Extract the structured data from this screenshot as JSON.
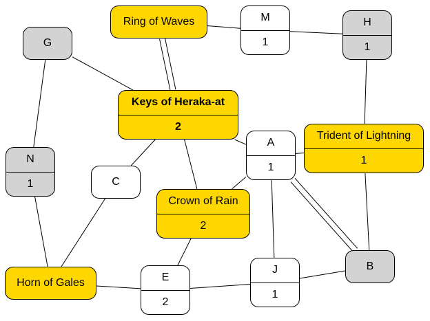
{
  "nodes": {
    "ring_of_waves": {
      "label": "Ring of Waves",
      "fill": "#ffd700"
    },
    "m": {
      "label": "M",
      "value": "1",
      "fill": "#ffffff"
    },
    "h": {
      "label": "H",
      "value": "1",
      "fill": "#d3d3d3"
    },
    "g": {
      "label": "G",
      "fill": "#d3d3d3"
    },
    "keys_of_heraka_at": {
      "label": "Keys of Heraka-at",
      "value": "2",
      "fill": "#ffd700"
    },
    "a": {
      "label": "A",
      "value": "1",
      "fill": "#ffffff"
    },
    "trident_of_lightning": {
      "label": "Trident of Lightning",
      "value": "1",
      "fill": "#ffd700"
    },
    "n": {
      "label": "N",
      "value": "1",
      "fill": "#d3d3d3"
    },
    "c": {
      "label": "C",
      "fill": "#ffffff"
    },
    "crown_of_rain": {
      "label": "Crown of Rain",
      "value": "2",
      "fill": "#ffd700"
    },
    "b": {
      "label": "B",
      "fill": "#d3d3d3"
    },
    "j": {
      "label": "J",
      "value": "1",
      "fill": "#ffffff"
    },
    "horn_of_gales": {
      "label": "Horn of Gales",
      "fill": "#ffd700"
    },
    "e": {
      "label": "E",
      "value": "2",
      "fill": "#ffffff"
    }
  },
  "edges": [
    {
      "from": "ring_of_waves",
      "to": "m",
      "count": 1
    },
    {
      "from": "m",
      "to": "h",
      "count": 1
    },
    {
      "from": "ring_of_waves",
      "to": "keys_of_heraka_at",
      "count": 2
    },
    {
      "from": "g",
      "to": "keys_of_heraka_at",
      "count": 1
    },
    {
      "from": "g",
      "to": "n",
      "count": 1
    },
    {
      "from": "h",
      "to": "trident_of_lightning",
      "count": 1
    },
    {
      "from": "keys_of_heraka_at",
      "to": "a",
      "count": 1
    },
    {
      "from": "keys_of_heraka_at",
      "to": "c",
      "count": 1
    },
    {
      "from": "keys_of_heraka_at",
      "to": "crown_of_rain",
      "count": 1
    },
    {
      "from": "a",
      "to": "trident_of_lightning",
      "count": 1
    },
    {
      "from": "a",
      "to": "crown_of_rain",
      "count": 1
    },
    {
      "from": "a",
      "to": "b",
      "count": 2
    },
    {
      "from": "a",
      "to": "j",
      "count": 1
    },
    {
      "from": "trident_of_lightning",
      "to": "b",
      "count": 1
    },
    {
      "from": "n",
      "to": "horn_of_gales",
      "count": 1
    },
    {
      "from": "c",
      "to": "horn_of_gales",
      "count": 1
    },
    {
      "from": "crown_of_rain",
      "to": "e",
      "count": 1
    },
    {
      "from": "horn_of_gales",
      "to": "e",
      "count": 1
    },
    {
      "from": "e",
      "to": "j",
      "count": 1
    },
    {
      "from": "j",
      "to": "b",
      "count": 1
    }
  ]
}
